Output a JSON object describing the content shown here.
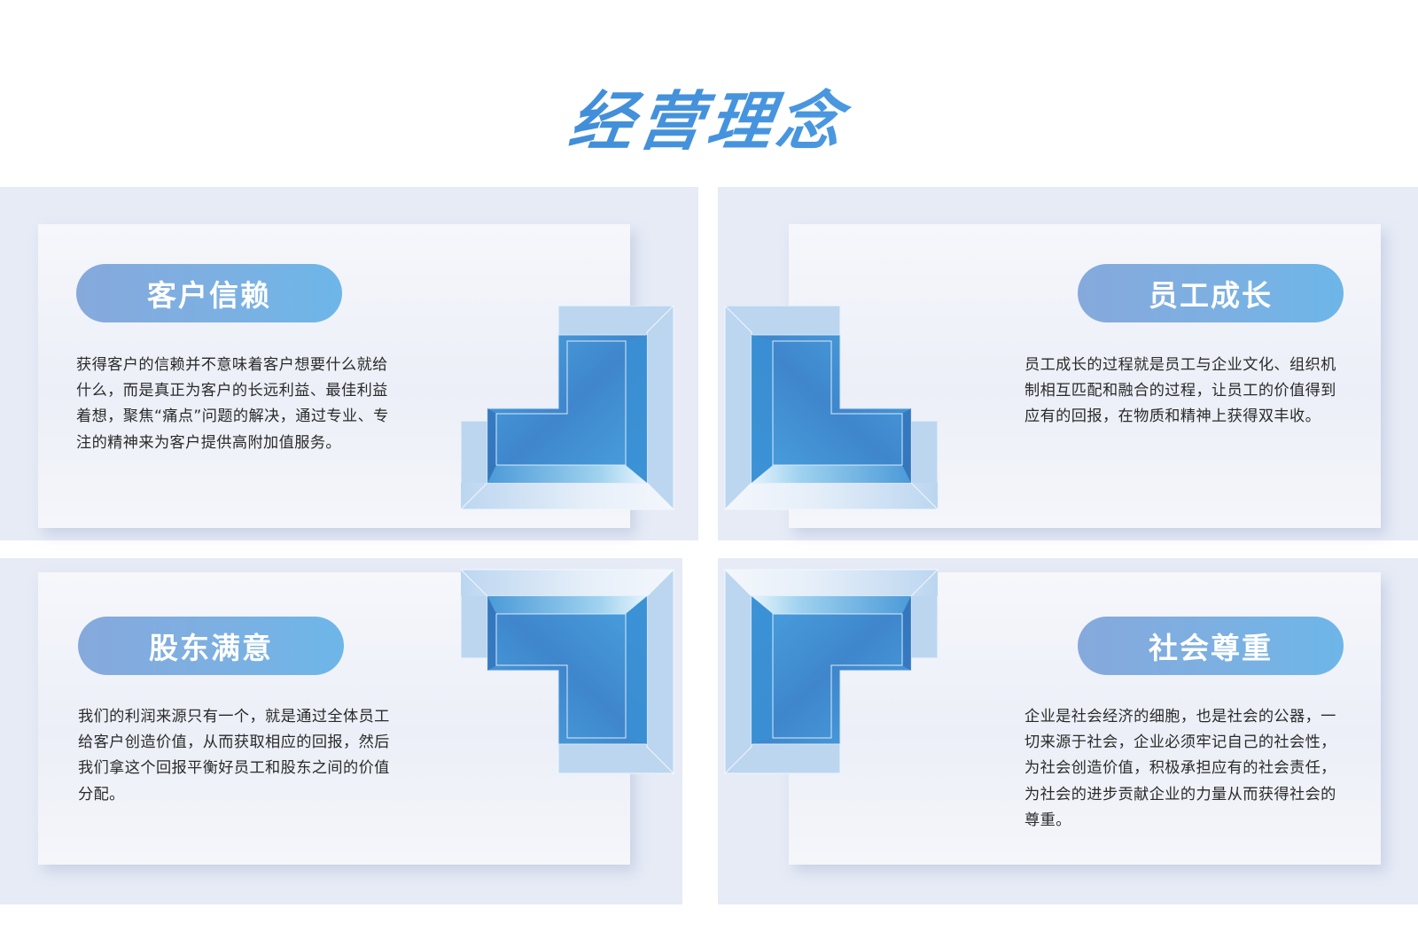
{
  "page": {
    "title": "经营理念"
  },
  "theme": {
    "accent": "#3f86d6",
    "panel_bg": "#e6ebf6",
    "pill_gradient": [
      "#86a9dc",
      "#6db6e8"
    ],
    "block_blue": "#3f86cc",
    "block_glass": "#bcd6f0"
  },
  "quadrants": [
    {
      "position": "top-left",
      "title": "客户信赖",
      "text": "获得客户的信赖并不意味着客户想要什么就给什么，而是真正为客户的长远利益、最佳利益着想，聚焦“痛点”问题的解决，通过专业、专注的精神来为客户提供高附加值服务。"
    },
    {
      "position": "top-right",
      "title": "员工成长",
      "text": "员工成长的过程就是员工与企业文化、组织机制相互匹配和融合的过程，让员工的价值得到应有的回报，在物质和精神上获得双丰收。"
    },
    {
      "position": "bottom-left",
      "title": "股东满意",
      "text": "我们的利润来源只有一个，就是通过全体员工给客户创造价值，从而获取相应的回报，然后我们拿这个回报平衡好员工和股东之间的价值分配。"
    },
    {
      "position": "bottom-right",
      "title": "社会尊重",
      "text": "企业是社会经济的细胞，也是社会的公器，一切来源于社会，企业必须牢记自己的社会性，为社会创造价值，积极承担应有的社会责任，为社会的进步贡献企业的力量从而获得社会的尊重。"
    }
  ],
  "center_graphic": {
    "icon": "four-l-blocks-cross-icon"
  }
}
